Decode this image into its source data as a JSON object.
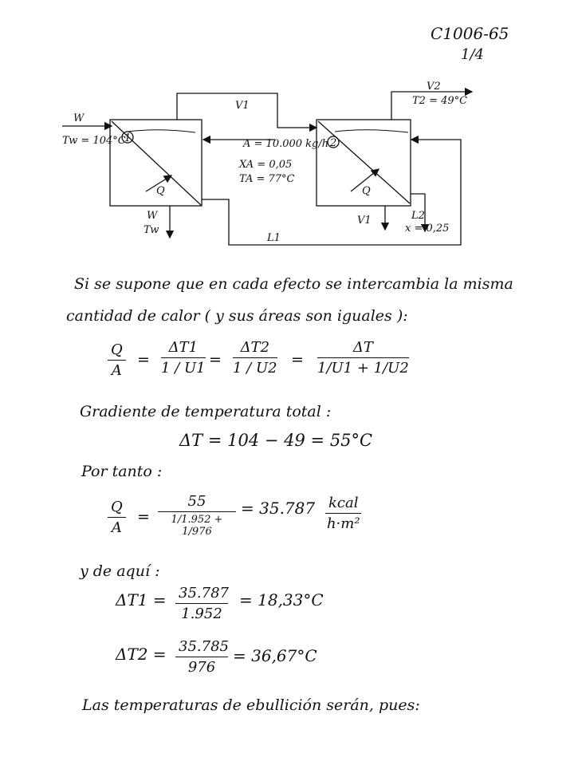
{
  "header": {
    "code": "C1006-65",
    "page": "1/4"
  },
  "diagram": {
    "w_in": "W",
    "tw_in": "Tw = 104°C",
    "v1_top": "V1",
    "v2": "V2",
    "t2": "T2 = 49°C",
    "effect1": "1",
    "effect2": "2",
    "feed": "A = 10.000 kg/h",
    "xa": "XA = 0,05",
    "ta": "TA = 77°C",
    "q1": "Q",
    "q2": "Q",
    "w_out": "W",
    "tw_out": "Tw",
    "v1_out": "V1",
    "l2": "L2",
    "x2": "x = 0,25",
    "l1": "L1"
  },
  "text": {
    "p1": "Si se supone que en cada efecto se intercambia la misma",
    "p2": "cantidad de calor ( y sus áreas son iguales ):",
    "eq1": {
      "q": "Q",
      "a": "A",
      "eq": "=",
      "dt1": "ΔT1",
      "u1": "1 / U1",
      "dt2": "ΔT2",
      "u2": "1 / U2",
      "dt": "ΔT",
      "usum": "1/U1 + 1/U2"
    },
    "p3": "Gradiente de temperatura total :",
    "eq2": "ΔT = 104 − 49 = 55°C",
    "p4": "Por tanto :",
    "eq3": {
      "q": "Q",
      "a": "A",
      "eq": "=",
      "num": "55",
      "den": "1/1.952 + 1/976",
      "result": "= 35.787",
      "unit_n": "kcal",
      "unit_d": "h·m²"
    },
    "p5": "y de aquí :",
    "eq4": {
      "lhs": "ΔT1 =",
      "num": "35.787",
      "den": "1.952",
      "res": "= 18,33°C"
    },
    "eq5": {
      "lhs": "ΔT2 =",
      "num": "35.785",
      "den": "976",
      "res": "= 36,67°C"
    },
    "p6": "Las temperaturas de ebullición serán, pues:"
  }
}
